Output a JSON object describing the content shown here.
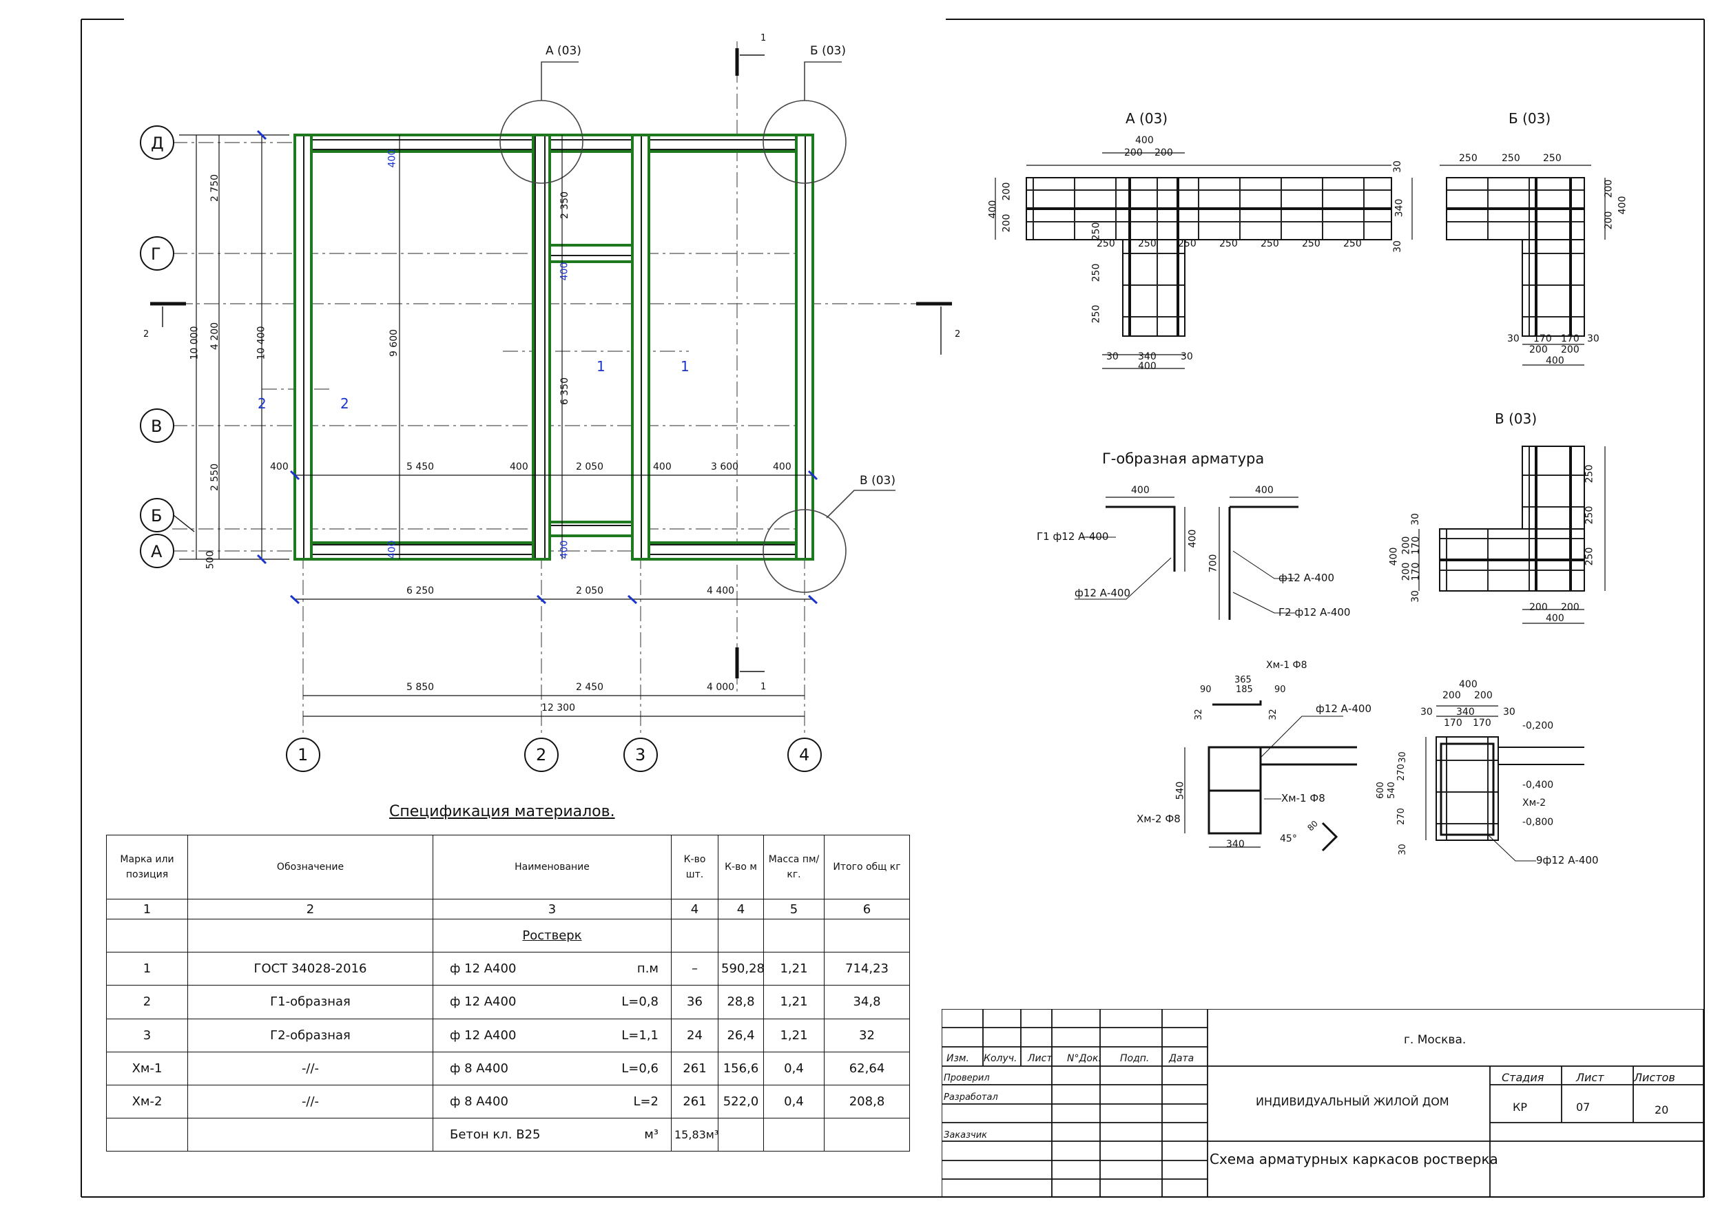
{
  "plan": {
    "axes_rows": [
      "Д",
      "Г",
      "В",
      "Б",
      "А"
    ],
    "axes_cols": [
      "1",
      "2",
      "3",
      "4"
    ],
    "callouts": [
      "А (03)",
      "Б (03)",
      "В (03)"
    ],
    "cut_labels": [
      "1",
      "2"
    ],
    "dims_left": [
      "2 750",
      "4 200",
      "2 550",
      "500",
      "10 000",
      "10 400"
    ],
    "dims_inner": [
      "400",
      "9 600",
      "400",
      "2 350",
      "400",
      "6 350",
      "400"
    ],
    "dims_horizontal": [
      "400",
      "5 450",
      "400",
      "2 050",
      "400",
      "3 600",
      "400"
    ],
    "dims_bottom": [
      "6 250",
      "2 050",
      "4 400"
    ],
    "dims_axes": [
      "5 850",
      "2 450",
      "4 000",
      "12 300"
    ]
  },
  "details": {
    "a": {
      "title": "А (03)",
      "top": [
        "400",
        "200",
        "200"
      ],
      "left": [
        "400",
        "200",
        "200"
      ],
      "right": [
        "30",
        "340",
        "30"
      ],
      "row": [
        "250",
        "250",
        "250",
        "250",
        "250",
        "250",
        "250"
      ],
      "vert": [
        "250",
        "250",
        "250"
      ],
      "bottom": [
        "30",
        "340",
        "30",
        "400"
      ]
    },
    "b": {
      "title": "Б (03)",
      "top": [
        "250",
        "250",
        "250"
      ],
      "right": [
        "200",
        "200",
        "400"
      ],
      "bottom": [
        "30",
        "170",
        "170",
        "30",
        "200",
        "200",
        "400"
      ]
    },
    "v": {
      "title": "В (03)",
      "right": [
        "250",
        "250",
        "250"
      ],
      "left": [
        "400",
        "200",
        "200",
        "30",
        "170",
        "170",
        "30"
      ],
      "bottom": [
        "200",
        "200",
        "400"
      ]
    },
    "g": {
      "title": "Г-образная арматура",
      "d1": "400",
      "d2": "400",
      "d3": "400",
      "d4": "700",
      "g1": "Г1 ф12 А-400",
      "g1b": "ф12 А-400",
      "g2a": "ф12 А-400",
      "g2": "Г2 ф12 А-400"
    },
    "sec1": {
      "xm1": "Хм-1 Ф8",
      "d365": "365",
      "d185": "185",
      "d90a": "90",
      "d90b": "90",
      "d32a": "32",
      "d32b": "32",
      "f12": "ф12 А-400",
      "xm1b": "Хм-1 Ф8",
      "xm2": "Хм-2 Ф8",
      "d540": "540",
      "d340": "340",
      "ang": "45°",
      "d80": "80"
    },
    "sec2": {
      "top": [
        "400",
        "200",
        "200",
        "30",
        "340",
        "30",
        "170",
        "170"
      ],
      "elev": [
        "-0,200",
        "-0,400",
        "-0,800"
      ],
      "xm2": "Хм-2",
      "left": [
        "600",
        "540",
        "30",
        "270",
        "270",
        "30"
      ],
      "bars": "9ф12 А-400"
    }
  },
  "spec": {
    "title": "Спецификация материалов.",
    "headers": [
      "Марка или позиция",
      "Обозначение",
      "Наименование",
      "К-во шт.",
      "К-во м",
      "Масса пм/кг.",
      "Итого общ кг"
    ],
    "nums": [
      "1",
      "2",
      "3",
      "4",
      "4",
      "5",
      "6"
    ],
    "section": "Ростверк",
    "rows": [
      {
        "pos": "1",
        "des": "ГОСТ 34028-2016",
        "name": "ф 12 А400",
        "len": "п.м",
        "qty": "–",
        "m": "590,28",
        "mass": "1,21",
        "total": "714,23"
      },
      {
        "pos": "2",
        "des": "Г1-образная",
        "name": "ф 12 А400",
        "len": "L=0,8",
        "qty": "36",
        "m": "28,8",
        "mass": "1,21",
        "total": "34,8"
      },
      {
        "pos": "3",
        "des": "Г2-образная",
        "name": "ф 12 А400",
        "len": "L=1,1",
        "qty": "24",
        "m": "26,4",
        "mass": "1,21",
        "total": "32"
      },
      {
        "pos": "Хм-1",
        "des": "-//-",
        "name": "ф 8 А400",
        "len": "L=0,6",
        "qty": "261",
        "m": "156,6",
        "mass": "0,4",
        "total": "62,64"
      },
      {
        "pos": "Хм-2",
        "des": "-//-",
        "name": "ф 8 А400",
        "len": "L=2",
        "qty": "261",
        "m": "522,0",
        "mass": "0,4",
        "total": "208,8"
      },
      {
        "pos": "",
        "des": "",
        "name": "Бетон кл. В25",
        "len": "м³",
        "qty": "15,83м³",
        "m": "",
        "mass": "",
        "total": ""
      }
    ]
  },
  "titleblock": {
    "city": "г. Москва.",
    "project": "ИНДИВИДУАЛЬНЫЙ ЖИЛОЙ ДОМ",
    "sheet_name": "Схема арматурных каркасов ростверка",
    "cols": [
      "Изм.",
      "Колуч.",
      "Лист",
      "N°Док.",
      "Подп.",
      "Дата"
    ],
    "roles": [
      "Проверил",
      "Разработал",
      "Заказчик"
    ],
    "stage_label": "Стадия",
    "sheet_label": "Лист",
    "sheets_label": "Листов",
    "stage": "КР",
    "sheet": "07",
    "sheets": "20"
  }
}
